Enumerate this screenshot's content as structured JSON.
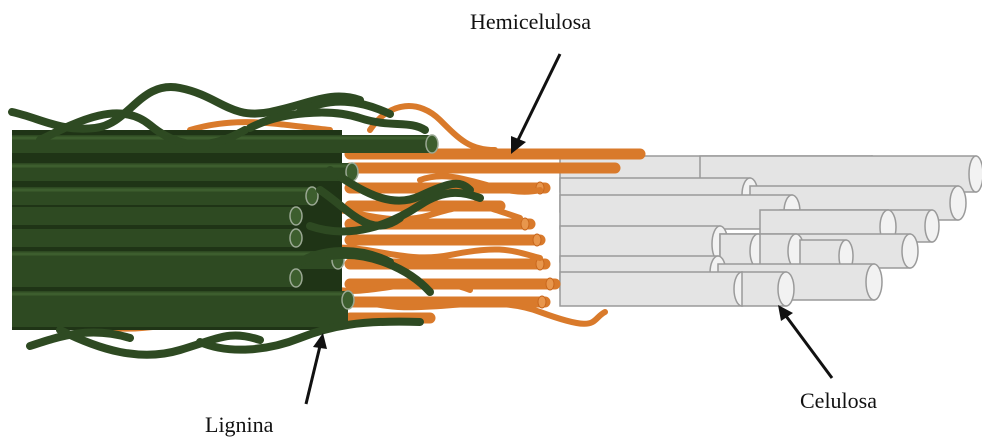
{
  "labels": {
    "hemicellulose": "Hemicelulosa",
    "cellulose": "Celulosa",
    "lignin": "Lignina"
  },
  "colors": {
    "lignin": "#2e4a22",
    "lignin_dark": "#1f3416",
    "lignin_light": "#3d5e2e",
    "hemicellulose": "#d97a2b",
    "hemicellulose_light": "#e8964c",
    "cellulose_fill": "#e4e4e4",
    "cellulose_stroke": "#9a9a9a",
    "arrow": "#111111"
  }
}
